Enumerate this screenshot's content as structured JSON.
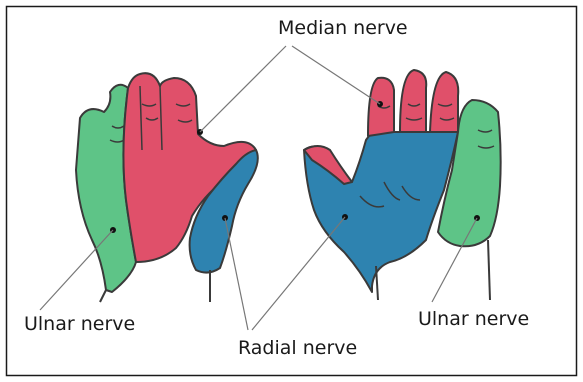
{
  "labels": {
    "median": "Median nerve",
    "ulnar_left": "Ulnar nerve",
    "ulnar_right": "Ulnar nerve",
    "radial": "Radial nerve"
  },
  "colors": {
    "median": "#e0506a",
    "ulnar": "#5ec487",
    "radial": "#2e83b0",
    "outline": "#3a3a3a",
    "frame": "#1a1a1a"
  }
}
